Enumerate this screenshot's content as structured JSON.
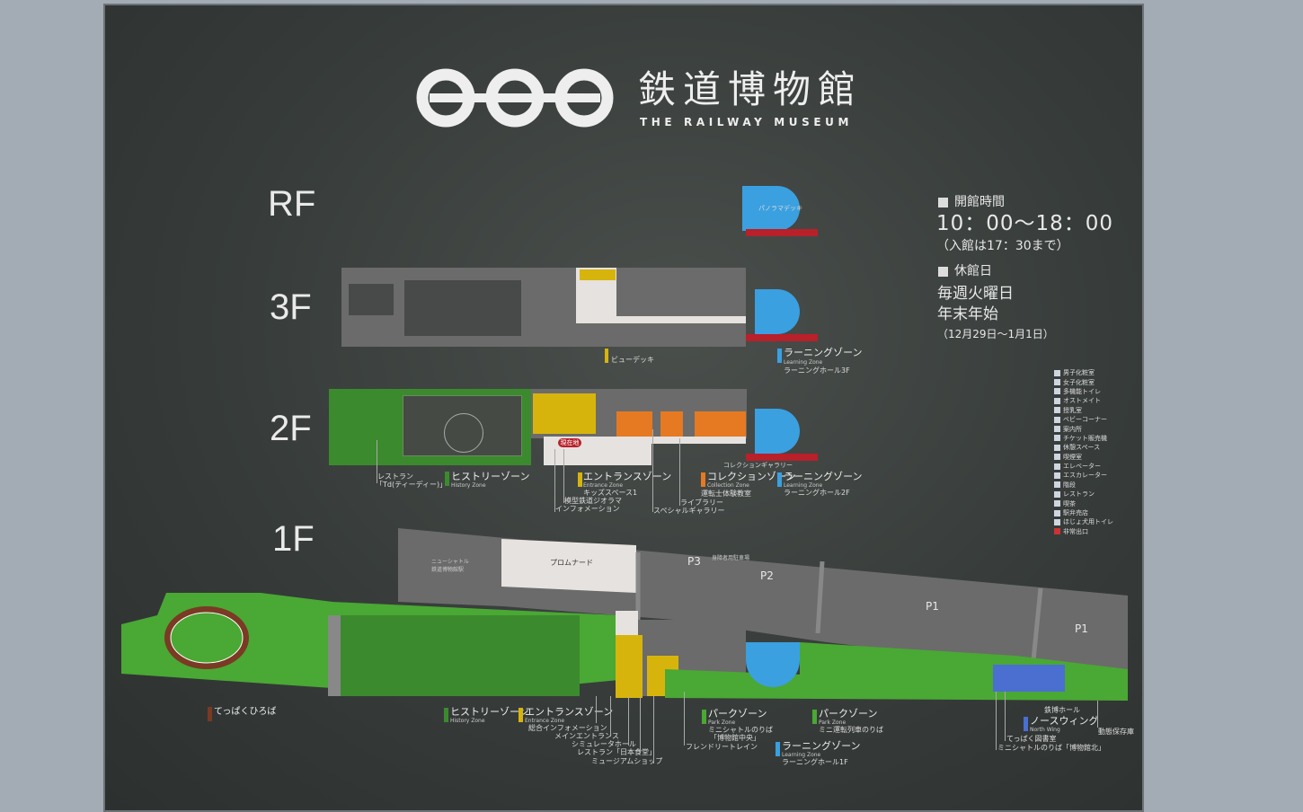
{
  "header": {
    "title_jp": "鉄道博物館",
    "title_en": "THE RAILWAY MUSEUM",
    "logo": "three-ring-railway-logo"
  },
  "floors": {
    "rf": "RF",
    "f3": "3F",
    "f2": "2F",
    "f1": "1F"
  },
  "info": {
    "hours_heading": "開館時間",
    "hours": "10：00〜18：00",
    "last_entry": "（入館は17：30まで）",
    "closed_heading": "休館日",
    "closed_1": "毎週火曜日",
    "closed_2": "年末年始",
    "closed_3": "（12月29日〜1月1日）"
  },
  "legend": [
    {
      "icon": "mens-toilet-icon",
      "label": "男子化粧室"
    },
    {
      "icon": "womens-toilet-icon",
      "label": "女子化粧室"
    },
    {
      "icon": "accessible-toilet-icon",
      "label": "多機能トイレ"
    },
    {
      "icon": "ostomate-icon",
      "label": "オストメイト"
    },
    {
      "icon": "nursing-room-icon",
      "label": "授乳室"
    },
    {
      "icon": "baby-corner-icon",
      "label": "ベビーコーナー"
    },
    {
      "icon": "information-icon",
      "label": "案内所"
    },
    {
      "icon": "ticket-machine-icon",
      "label": "チケット販売機"
    },
    {
      "icon": "rest-space-icon",
      "label": "休憩スペース"
    },
    {
      "icon": "smoking-room-icon",
      "label": "喫煙室"
    },
    {
      "icon": "elevator-icon",
      "label": "エレベーター"
    },
    {
      "icon": "escalator-icon",
      "label": "エスカレーター"
    },
    {
      "icon": "stairs-icon",
      "label": "階段"
    },
    {
      "icon": "restaurant-icon",
      "label": "レストラン"
    },
    {
      "icon": "cafe-icon",
      "label": "喫茶"
    },
    {
      "icon": "ekiben-shop-icon",
      "label": "駅弁売店"
    },
    {
      "icon": "service-dog-toilet-icon",
      "label": "ほじょ犬用トイレ"
    },
    {
      "icon": "emergency-exit-icon",
      "label": "非常出口"
    }
  ],
  "rf": {
    "panorama": "パノラマデッキ"
  },
  "f3": {
    "view_deck": "ビューデッキ",
    "learning_zone": "ラーニングゾーン",
    "learning_en": "Learning Zone",
    "learning_hall": "ラーニングホール3F"
  },
  "f2": {
    "restaurant": "レストラン",
    "restaurant_name": "「Td(ティーディー)」",
    "history_zone": "ヒストリーゾーン",
    "history_en": "History Zone",
    "current_location": "現在地",
    "entrance_zone": "エントランスゾーン",
    "entrance_en": "Entrance Zone",
    "kids_space": "キッズスペース1",
    "diorama": "模型鉄道ジオラマ",
    "information": "インフォメーション",
    "special_gallery": "スペシャルギャラリー",
    "library": "ライブラリー",
    "collection_gallery": "コレクションギャラリー",
    "collection_zone": "コレクションゾーン",
    "collection_en": "Collection Zone",
    "driver_class": "運転士体験教室",
    "learning_zone": "ラーニングゾーン",
    "learning_en": "Learning Zone",
    "learning_hall": "ラーニングホール2F"
  },
  "f1": {
    "station": "ニューシャトル",
    "station_name": "鉄道博物館駅",
    "promenade": "プロムナード",
    "p3": "P3",
    "p2": "P2",
    "p1a": "P1",
    "p1b": "P1",
    "accessible_parking": "身障者用駐車場",
    "plaza": "てっぱくひろば",
    "history_zone": "ヒストリーゾーン",
    "history_en": "History Zone",
    "entrance_zone": "エントランスゾーン",
    "entrance_en": "Entrance Zone",
    "general_info": "総合インフォメーション",
    "main_entrance": "メインエントランス",
    "simulator_hall": "シミュレータホール",
    "restaurant_nihon": "レストラン「日本食堂」",
    "museum_shop": "ミュージアムショップ",
    "park_zone_1": "パークゾーン",
    "park_en_1": "Park Zone",
    "mini_shuttle": "ミニシャトルのりば",
    "mini_shuttle_name": "「博物館中央」",
    "friendly_train": "フレンドリートレイン",
    "park_zone_2": "パークゾーン",
    "park_en_2": "Park Zone",
    "mini_train": "ミニ運転列車のりば",
    "learning_zone": "ラーニングゾーン",
    "learning_en": "Learning Zone",
    "learning_hall": "ラーニングホール1F",
    "teppaku_hall": "鉄博ホール",
    "north_wing": "ノースウィング",
    "north_wing_en": "North Wing",
    "library": "てっぱく図書室",
    "mini_shuttle_north": "ミニシャトルのりば「博物館北」",
    "preservation": "動態保存庫"
  },
  "colors": {
    "history": "#3c8a2e",
    "entrance": "#d7b40c",
    "collection": "#e57a22",
    "learning": "#3aa0e0",
    "park": "#4aa834",
    "north": "#4a6fd0"
  }
}
